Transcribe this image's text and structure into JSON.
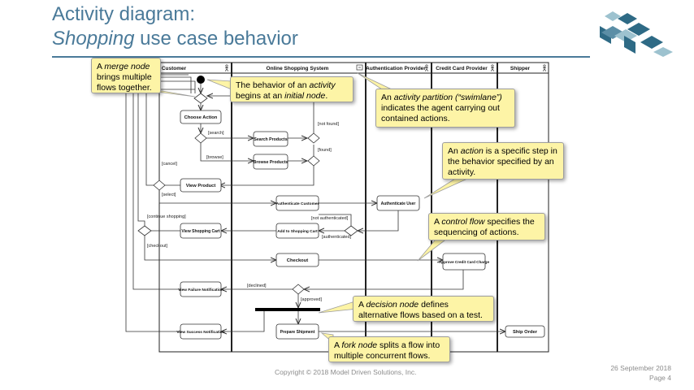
{
  "title": {
    "line1": "Activity diagram:",
    "line2_italic": "Shopping",
    "line2_rest": " use case behavior"
  },
  "lanes": [
    {
      "name": "Customer"
    },
    {
      "name": "Online Shopping System"
    },
    {
      "name": "Authentication Provider"
    },
    {
      "name": "Credit Card Provider"
    },
    {
      "name": "Shipper"
    }
  ],
  "actions": {
    "choose_action": "Choose Action",
    "search_products": "Search Products",
    "browse_products": "Browse Products",
    "view_product": "View Product",
    "authenticate_customer": "Authenticate Customer",
    "authenticate_user": "Authenticate User",
    "view_shopping_cart": "View Shopping Cart",
    "add_to_shopping_cart": "Add to Shopping Cart",
    "checkout": "Checkout",
    "approve_credit_card_charge": "Approve Credit Card Charge",
    "view_failure_notification": "View Failure Notification",
    "view_success_notification": "View Success Notification",
    "prepare_shipment": "Prepare Shipment",
    "ship_order": "Ship Order"
  },
  "guards": {
    "search": "[search]",
    "browse": "[browse]",
    "not_found": "[not found]",
    "found": "[found]",
    "cancel": "[cancel]",
    "select": "[select]",
    "continue_shopping": "[continue shopping]",
    "not_authenticated": "[not authenticated]",
    "authenticated": "[authenticated]",
    "checkout": "[checkout]",
    "declined": "[declined]",
    "approved": "[approved]"
  },
  "callouts": {
    "merge": {
      "italic": "merge node",
      "before": "A ",
      "after": " brings multiple flows together."
    },
    "initial": {
      "before": "The behavior of an ",
      "italic1": "activity",
      "middle": " begins at an ",
      "italic2": "initial node",
      "after": "."
    },
    "partition": {
      "before": "An ",
      "italic": "activity partition (“swimlane”)",
      "after": " indicates the agent carrying out contained actions."
    },
    "action": {
      "before": "An ",
      "italic": "action",
      "after": " is a specific step in the behavior specified by an activity."
    },
    "control_flow": {
      "before": "A ",
      "italic": "control flow",
      "after": " specifies the sequencing of actions."
    },
    "decision": {
      "before": "A ",
      "italic": "decision node",
      "after": " defines alternative flows based on a test."
    },
    "fork": {
      "before": "A ",
      "italic": "fork node",
      "after": " splits a flow into multiple concurrent flows."
    }
  },
  "footer": {
    "copyright": "Copyright © 2018 Model Driven Solutions, Inc.",
    "date": "26 September 2018",
    "page": "Page 4"
  },
  "colors": {
    "title": "#4a7a99",
    "logo_dark": "#2e6a85",
    "logo_light": "#9dc2cf",
    "callout_fill": "#fdf4a6"
  }
}
